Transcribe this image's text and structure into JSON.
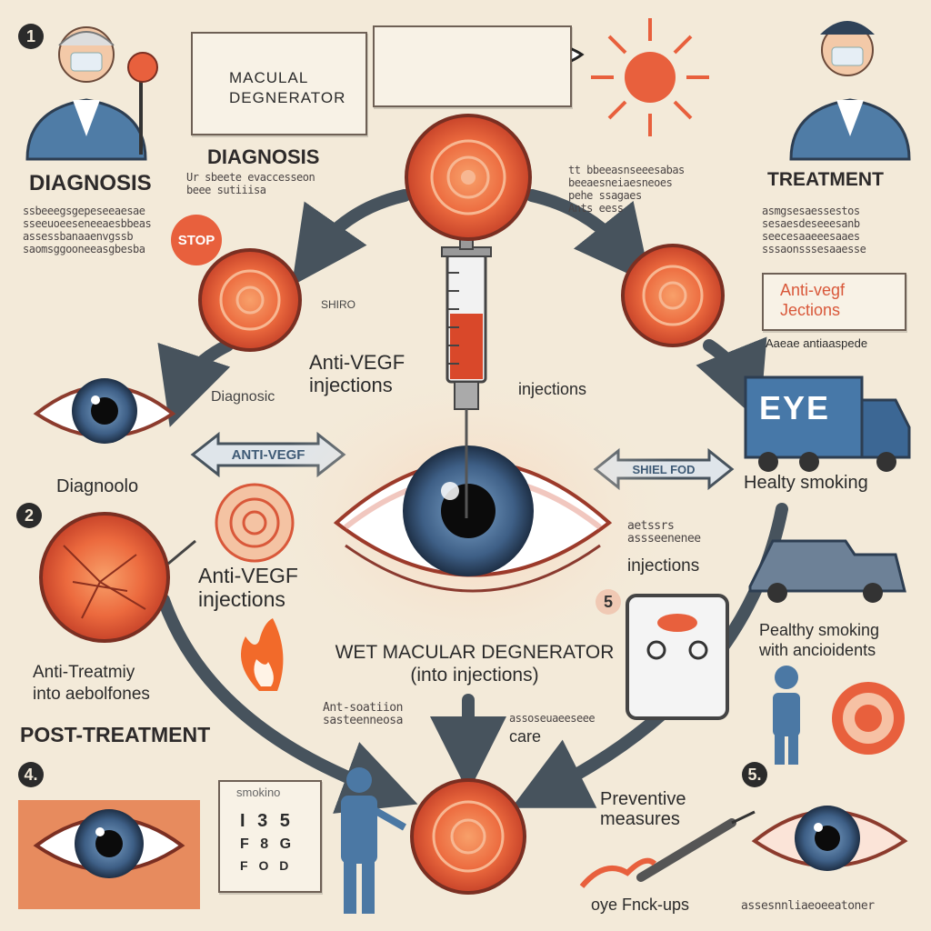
{
  "markers": {
    "n1": "1",
    "n2": "2",
    "n4": "4.",
    "n5b": "5",
    "n5": "5."
  },
  "top": {
    "card_title": "MACULAL DEGNERATOR",
    "diagnosis_heading": "DIAGNOSIS",
    "diagnosis_scribble": "Ur sbeete evaccesseon\nbeee sutiiisa",
    "center_scribble": "tt bbeeasnseeesabas\nbeeaesneiaesneoes\npehe ssagaes\nAnts eess"
  },
  "left": {
    "diagnosis_heading": "DIAGNOSIS",
    "diagnosis_scribble": "ssbeeegsgepeseeaesae\nsseeuoeeseneeaesbbeas\nassessbanaaenvgssb\nsaomsggooneeasgbesba",
    "stop_sign": "STOP",
    "shiro_label": "SHIRO",
    "diagnosis_small": "Diagnosic",
    "anti_vegf_tag": "ANTI-VEGF",
    "diagnosis_caption": "Diagnoolo",
    "anti_vegf_injections": "Anti-VEGF\ninjections",
    "anti_treatment": "Anti-Treatmiy\ninto aebolfones",
    "post_treatment": "POST-TREATMENT",
    "smoking_chart_title": "smokino",
    "chart_rows": [
      "I 3 5",
      "F 8 G",
      "F O D"
    ]
  },
  "center": {
    "anti_vegf_injections": "Anti-VEGF\ninjections",
    "injections_label": "injections",
    "main_label": "WET MACULAR DEGNERATOR\n(into injections)",
    "anti_small": "Ant-soatiion\nsasteenneosa",
    "care_label": "care",
    "care_scribble": "assoseuaeeseee"
  },
  "right": {
    "treatment_heading": "TREATMENT",
    "treatment_scribble": "asmgsesaessestos\nsesaesdeseeesanb\nseecesaaeeesaaes\nsssaonsssesaaesse",
    "anti_vegf_card": "Anti-vegf\nJections",
    "antiseptic_label": "Aaeae antiaaspede",
    "truck_text": "EYE",
    "healthy_smoking": "Healty smoking",
    "shiel_tag": "SHIEL FOD",
    "middle_scribble": "aetssrs\nassseenenee",
    "injections": "injections",
    "pealthy_smoking": "Pealthy smoking\nwith ancioidents",
    "preventive": "Preventive\nmeasures",
    "eye_checkups": "oye Fnck-ups",
    "bottom_scribble": "assesnnliaeoeeatoner"
  },
  "colors": {
    "background": "#f3ead9",
    "retina": "#e8603d",
    "iris": "#3e5f86",
    "arrow": "#47535d",
    "truck": "#4778a8",
    "flame": "#f26a2a"
  }
}
